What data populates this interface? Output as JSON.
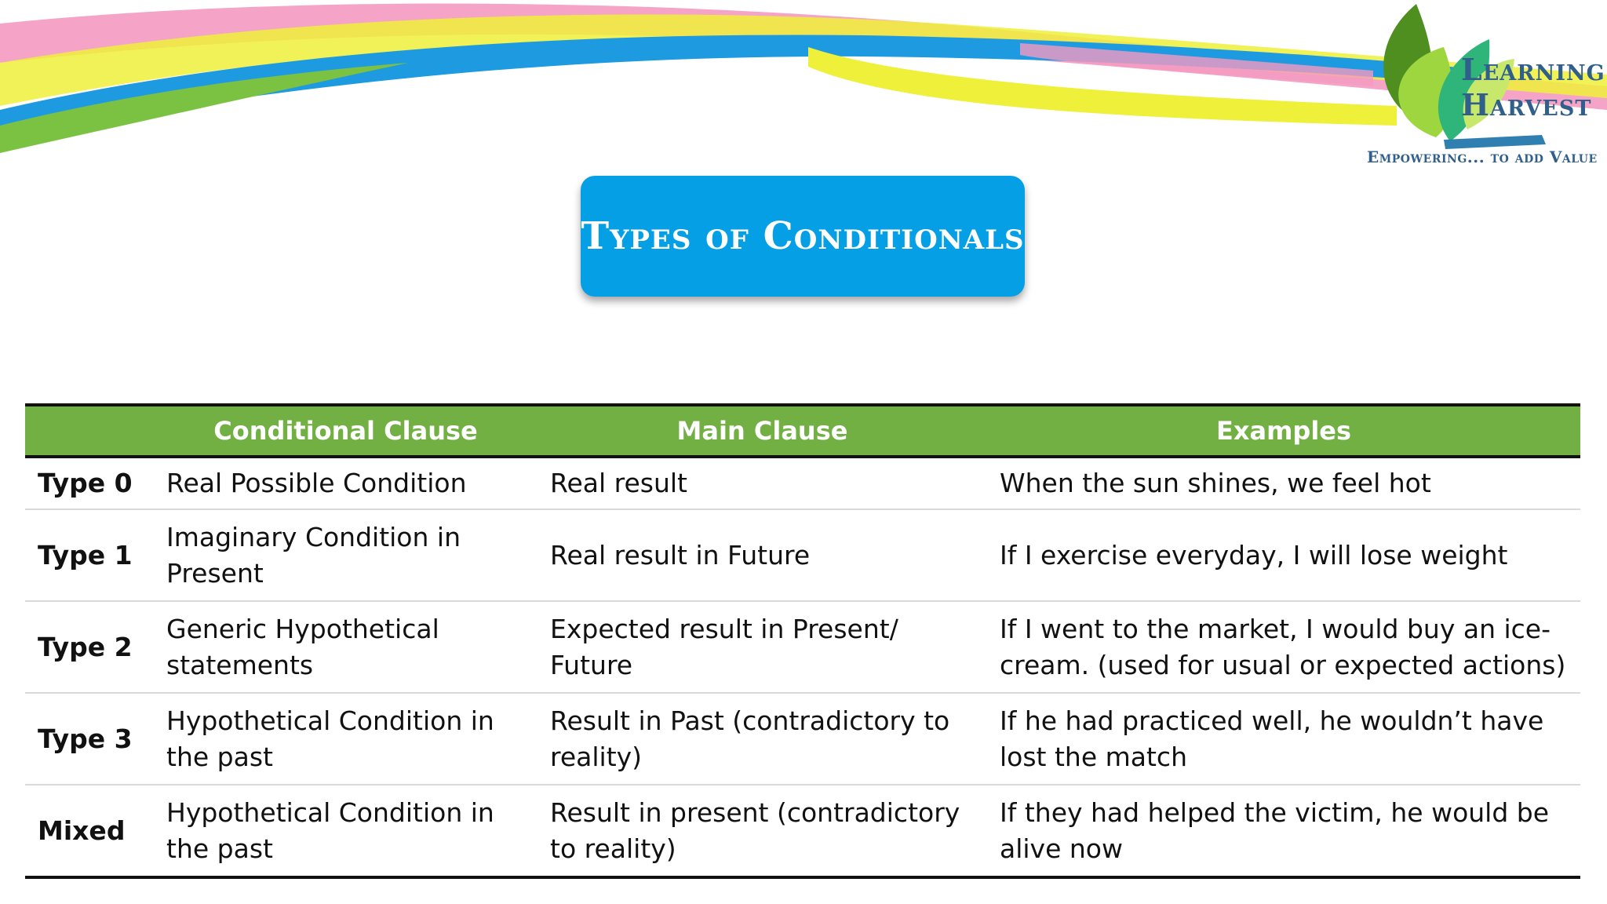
{
  "logo": {
    "line1": "Learning",
    "line2": "Harvest",
    "tagline": "Empowering... to add Value"
  },
  "title": "Types of Conditionals",
  "table": {
    "headers": [
      "",
      "Conditional Clause",
      "Main Clause",
      "Examples"
    ],
    "rows": [
      [
        "Type 0",
        "Real Possible Condition",
        "Real result",
        "When the sun shines, we feel hot"
      ],
      [
        "Type 1",
        "Imaginary Condition in Present",
        "Real result in Future",
        "If I exercise everyday, I will lose weight"
      ],
      [
        "Type 2",
        "Generic Hypothetical statements",
        "Expected result in Present/ Future",
        "If I went to the market, I would buy an ice-cream. (used for usual or expected actions)"
      ],
      [
        "Type 3",
        "Hypothetical Condition in the past",
        "Result in Past (contradictory to reality)",
        "If he had practiced well, he wouldn’t have lost the match"
      ],
      [
        "Mixed",
        "Hypothetical Condition in the past",
        "Result in present (contradictory to reality)",
        "If they had helped the victim, he would be alive now"
      ]
    ]
  },
  "colors": {
    "title_bg": "#059fe6",
    "header_bg": "#72b043",
    "logo_text": "#2f5f8a",
    "ribbon_pink": "#f49ac1",
    "ribbon_yellow": "#eef03a",
    "ribbon_blue": "#1e9be0",
    "ribbon_green": "#7cc242"
  }
}
